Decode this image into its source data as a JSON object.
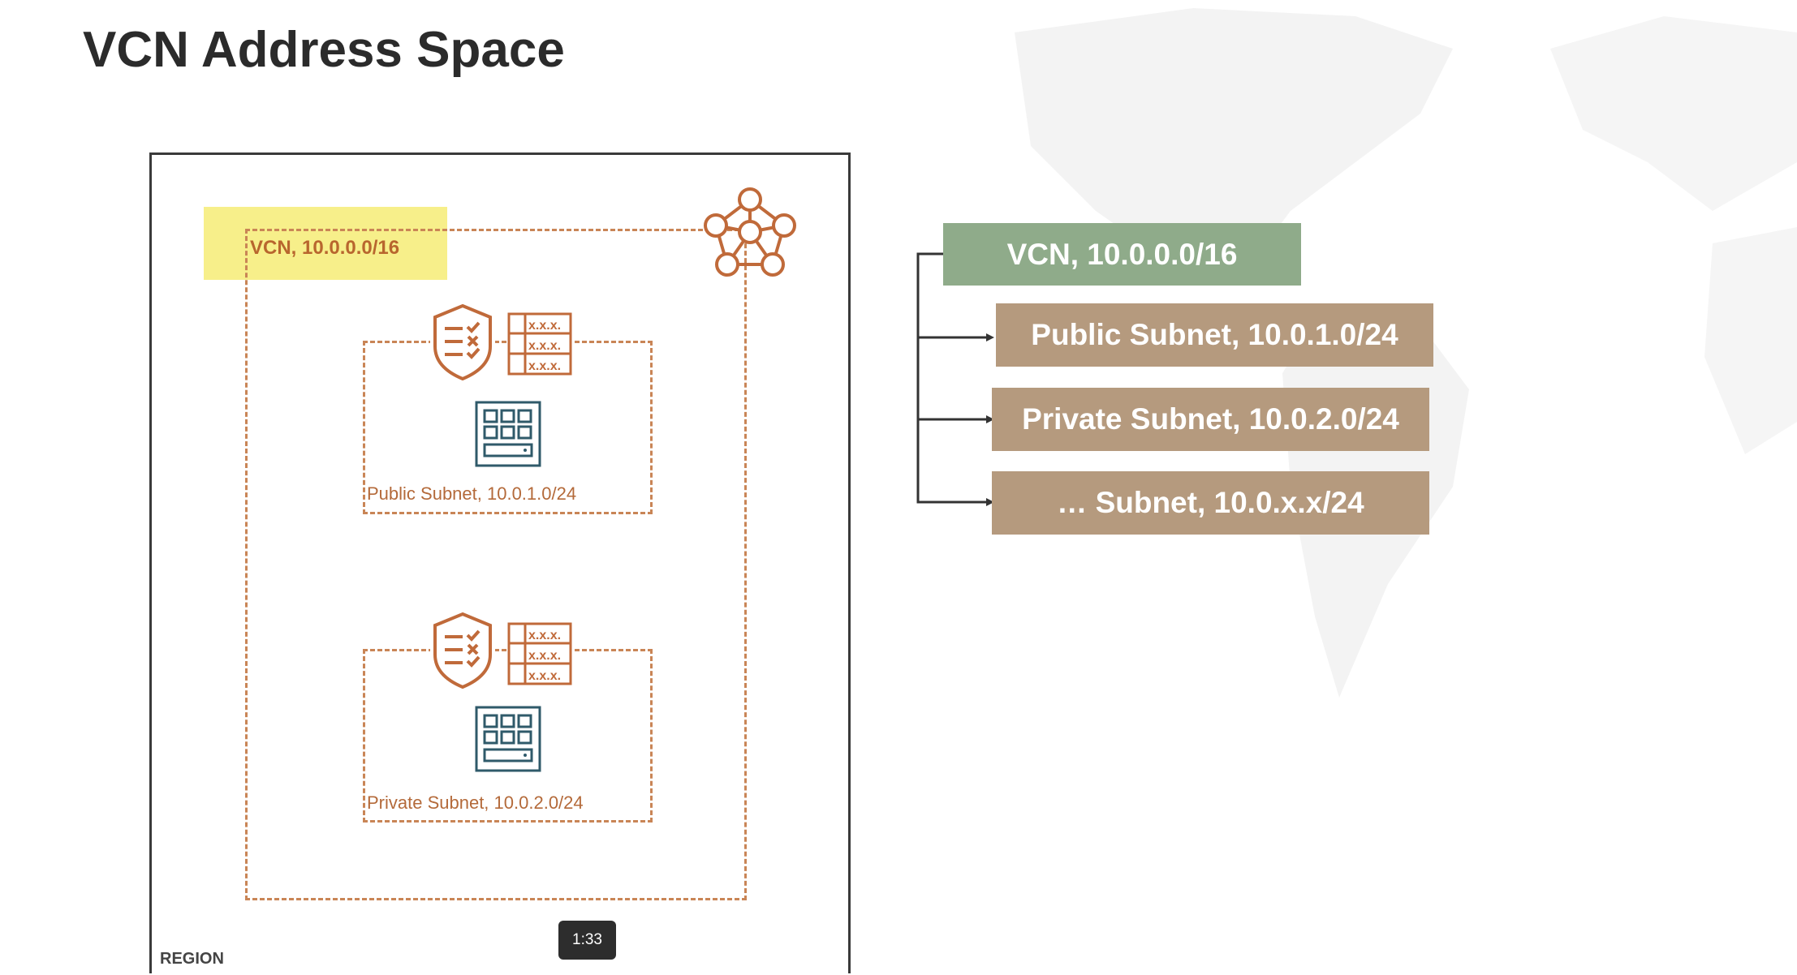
{
  "title": "VCN Address Space",
  "diagram": {
    "region_label": "REGION",
    "vcn_label": "VCN, 10.0.0.0/16",
    "public_subnet_label": "Public Subnet, 10.0.1.0/24",
    "private_subnet_label": "Private Subnet, 10.0.2.0/24",
    "route_table_entry": "x.x.x."
  },
  "tree": {
    "root": "VCN, 10.0.0.0/16",
    "children": [
      "Public Subnet, 10.0.1.0/24",
      "Private Subnet, 10.0.2.0/24",
      "… Subnet, 10.0.x.x/24"
    ]
  },
  "video": {
    "timestamp": "1:33"
  },
  "colors": {
    "vcn_green": "#8fab8a",
    "subnet_tan": "#b59a7e",
    "dash_orange": "#c98556",
    "highlight_yellow": "#f7ef8a"
  }
}
